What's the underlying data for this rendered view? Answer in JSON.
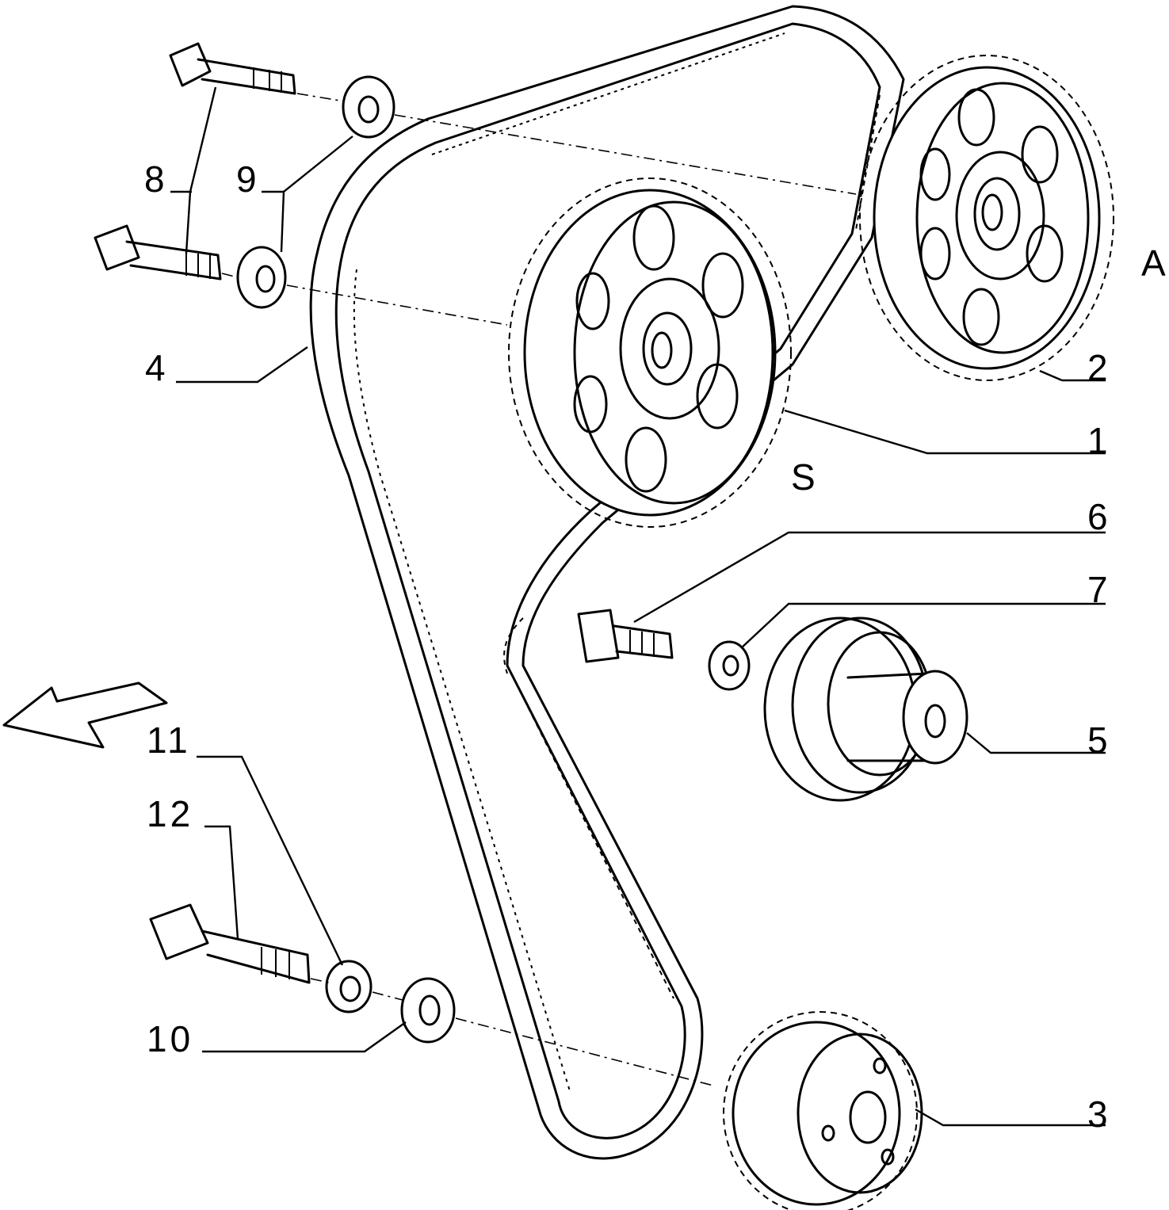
{
  "labels": {
    "p1": "1",
    "p2": "2",
    "p3": "3",
    "p4": "4",
    "p5": "5",
    "p6": "6",
    "p7": "7",
    "p8": "8",
    "p9": "9",
    "p10": "10",
    "p11": "11",
    "p12": "12",
    "view_a": "A",
    "view_s": "S"
  },
  "colors": {
    "ink": "#000000",
    "paper": "#ffffff"
  }
}
